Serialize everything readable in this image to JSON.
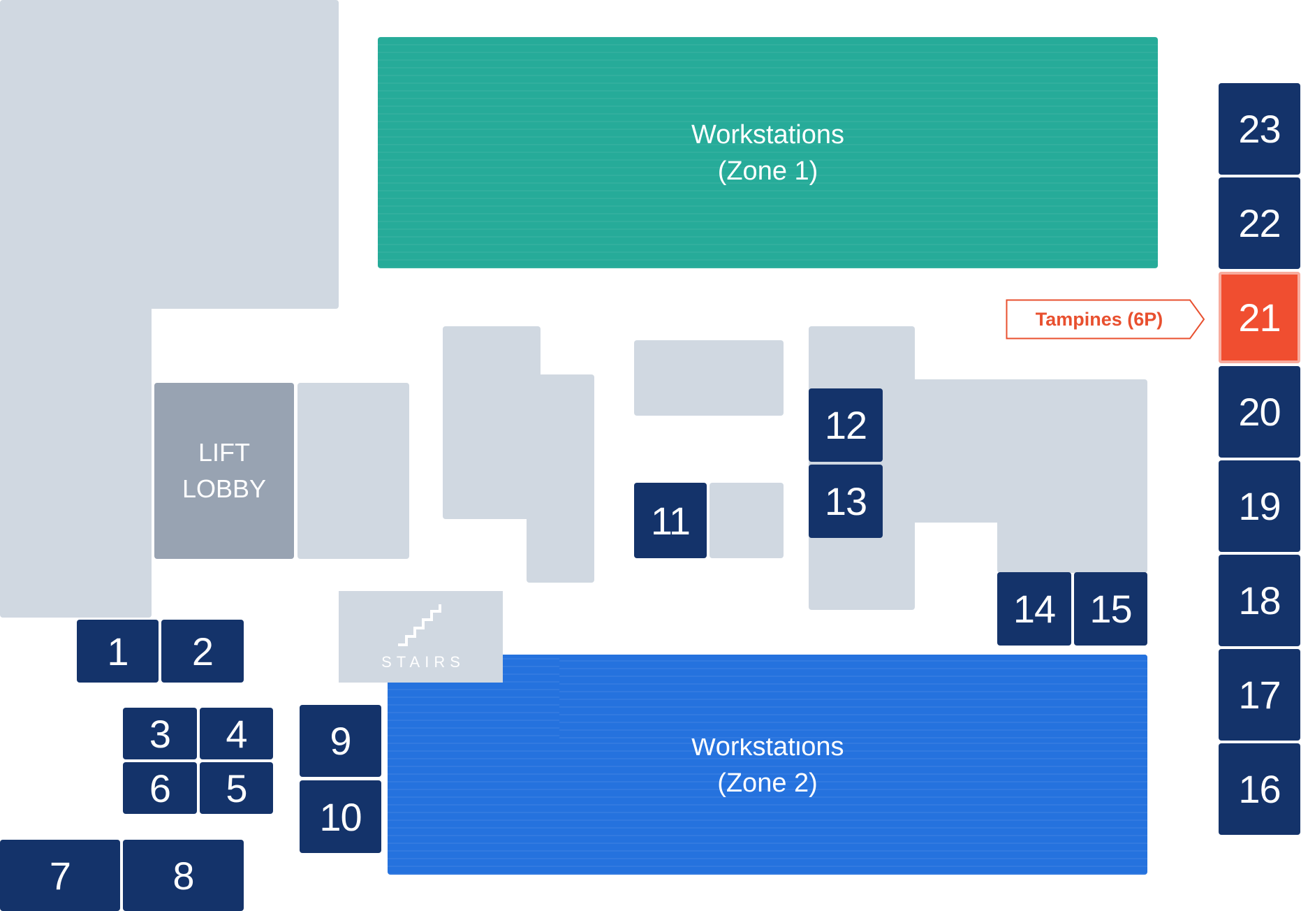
{
  "map": {
    "zones": [
      {
        "id": "zone1",
        "title": "Workstations",
        "subtitle": "(Zone 1)",
        "color": "#26ab99"
      },
      {
        "id": "zone2",
        "title": "Workstations",
        "subtitle": "(Zone 2)",
        "color": "#2572de"
      }
    ],
    "lift_lobby": {
      "line1": "LIFT",
      "line2": "LOBBY"
    },
    "stairs": {
      "label": "STAIRS"
    },
    "rooms": {
      "r1": "1",
      "r2": "2",
      "r3": "3",
      "r4": "4",
      "r5": "5",
      "r6": "6",
      "r7": "7",
      "r8": "8",
      "r9": "9",
      "r10": "10",
      "r11": "11",
      "r12": "12",
      "r13": "13",
      "r14": "14",
      "r15": "15",
      "r16": "16",
      "r17": "17",
      "r18": "18",
      "r19": "19",
      "r20": "20",
      "r21": "21",
      "r22": "22",
      "r23": "23"
    },
    "selected_room": "21",
    "callout": {
      "label": "Tampines (6P)",
      "color": "#f04e30"
    },
    "colors": {
      "room": "#14336a",
      "selected": "#f04e30",
      "area": "#d0d8e1",
      "lift": "#98a3b2"
    }
  }
}
